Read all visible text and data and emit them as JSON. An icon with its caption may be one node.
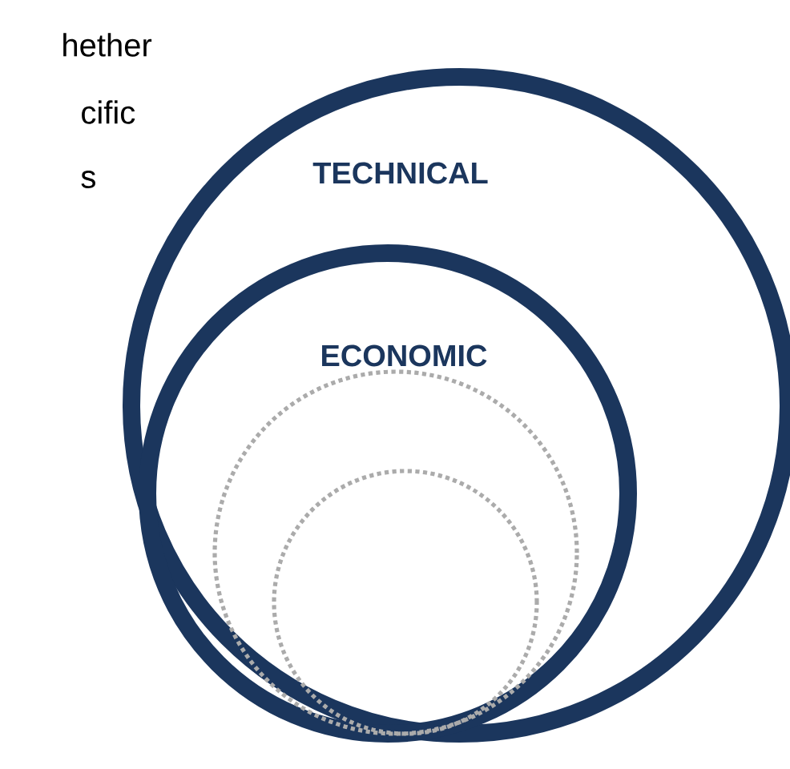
{
  "diagram": {
    "nodes": [
      {
        "text": [
          "TECHNICAL"
        ]
      },
      {
        "text": [
          "ECONOMIC"
        ],
        "in": 0
      },
      {
        "text": [],
        "shape": "circle",
        "in": 1
      },
      {
        "text": [],
        "shape": "circle",
        "in": 2
      }
    ],
    "labels": [
      "hether",
      "cific",
      "s"
    ]
  }
}
